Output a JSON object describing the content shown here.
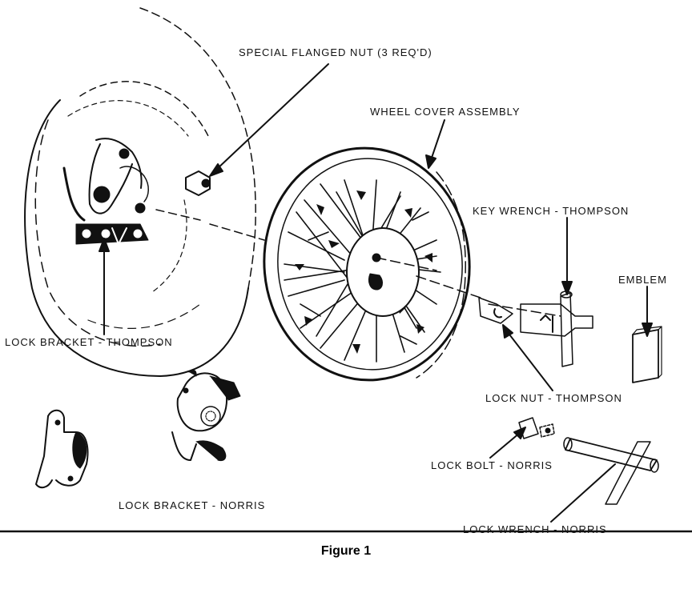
{
  "colors": {
    "ink": "#111111",
    "paper": "#ffffff"
  },
  "labels": {
    "special_flanged_nut": "SPECIAL FLANGED NUT (3 REQ'D)",
    "wheel_cover_assembly": "WHEEL COVER ASSEMBLY",
    "key_wrench_thompson": "KEY WRENCH - THOMPSON",
    "emblem": "EMBLEM",
    "lock_bracket_thompson": "LOCK BRACKET - THOMPSON",
    "lock_nut_thompson": "LOCK NUT - THOMPSON",
    "lock_bolt_norris": "LOCK BOLT - NORRIS",
    "lock_bracket_norris": "LOCK BRACKET - NORRIS",
    "lock_wrench_norris": "LOCK WRENCH - NORRIS"
  },
  "caption": "Figure 1"
}
